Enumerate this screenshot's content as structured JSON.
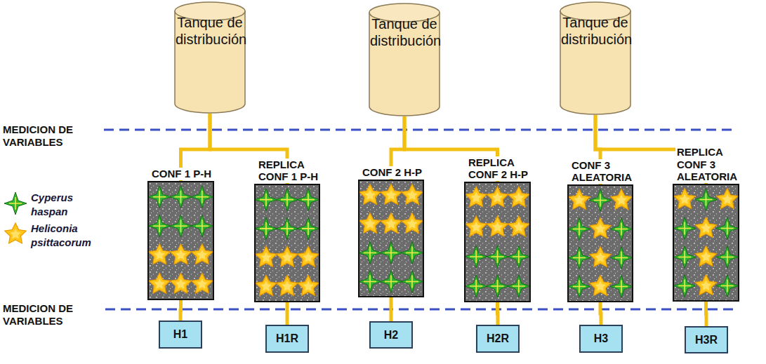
{
  "diagram": {
    "nodes": [
      {
        "text": [
          "Tanque de distribución"
        ]
      },
      {
        "text": [
          "Tanque de distribución"
        ]
      },
      {
        "text": [
          "Tanque de distribución"
        ]
      },
      {
        "text": [
          "CONF 1 P-H"
        ]
      },
      {
        "text": [
          "REPLICA CONF 1 P-H"
        ]
      },
      {
        "text": [
          "CONF 2 H-P"
        ]
      },
      {
        "text": [
          "REPLICA CONF 2 H-P"
        ]
      },
      {
        "text": [
          "CONF 3 ALEATORIA"
        ]
      },
      {
        "text": [
          "REPLICA CONF 3 ALEATORIA"
        ]
      },
      {
        "text": [
          "H1"
        ]
      },
      {
        "text": [
          "H1R"
        ]
      },
      {
        "text": [
          "H2"
        ]
      },
      {
        "text": [
          "H2R"
        ]
      },
      {
        "text": [
          "H3"
        ]
      },
      {
        "text": [
          "H3R"
        ]
      }
    ],
    "edges": [
      {
        "from": 0,
        "to": 3,
        "arrow": "none"
      },
      {
        "from": 0,
        "to": 4,
        "arrow": "none"
      },
      {
        "from": 1,
        "to": 5,
        "arrow": "none"
      },
      {
        "from": 1,
        "to": 6,
        "arrow": "none"
      },
      {
        "from": 2,
        "to": 7,
        "arrow": "none"
      },
      {
        "from": 2,
        "to": 8,
        "arrow": "none"
      },
      {
        "from": 3,
        "to": 9,
        "arrow": "none"
      },
      {
        "from": 4,
        "to": 10,
        "arrow": "none"
      },
      {
        "from": 5,
        "to": 11,
        "arrow": "none"
      },
      {
        "from": 6,
        "to": 12,
        "arrow": "none"
      },
      {
        "from": 7,
        "to": 13,
        "arrow": "none"
      },
      {
        "from": 8,
        "to": 14,
        "arrow": "none"
      }
    ],
    "labels": [
      "MEDICION DE VARIABLES",
      "MEDICION DE VARIABLES"
    ],
    "legend": [
      {
        "text": "Cyperus haspan"
      },
      {
        "text": "Heliconia psittacorum"
      }
    ]
  }
}
